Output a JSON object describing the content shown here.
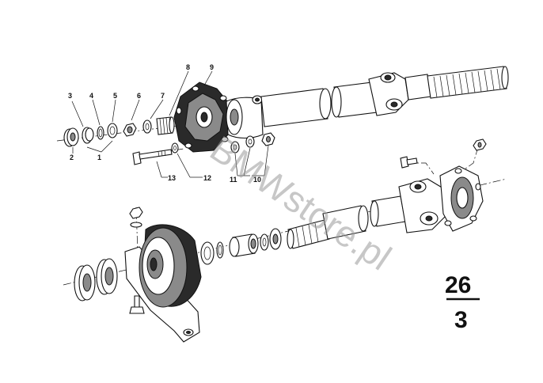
{
  "diagram": {
    "part_labels": [
      {
        "id": "1",
        "text": "1"
      },
      {
        "id": "2",
        "text": "2"
      },
      {
        "id": "3",
        "text": "3"
      },
      {
        "id": "4",
        "text": "4"
      },
      {
        "id": "5",
        "text": "5"
      },
      {
        "id": "6",
        "text": "6"
      },
      {
        "id": "7",
        "text": "7"
      },
      {
        "id": "8",
        "text": "8"
      },
      {
        "id": "9",
        "text": "9"
      },
      {
        "id": "10",
        "text": "10"
      },
      {
        "id": "11",
        "text": "11"
      },
      {
        "id": "12",
        "text": "12"
      },
      {
        "id": "13",
        "text": "13"
      }
    ],
    "group_number": "26",
    "sub_number": "3",
    "watermark": "BMWstore.pl"
  }
}
